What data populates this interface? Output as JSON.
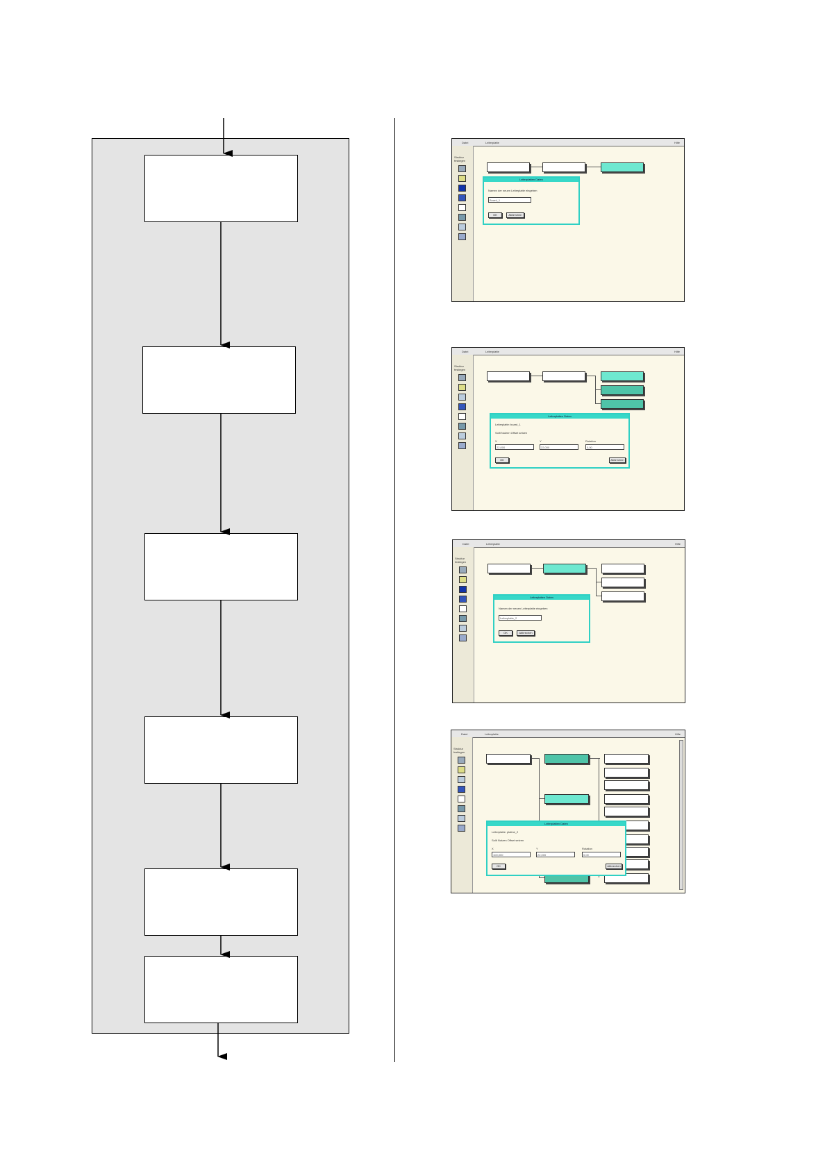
{
  "colors": {
    "panel_bg": "#e4e4e4",
    "screen_bg": "#fbf8e8",
    "highlight": "#6ee8d0",
    "highlight_dark": "#4fc4a8",
    "dialog_border": "#2fd0c4"
  },
  "flowchart": {
    "steps": [
      {
        "label": ""
      },
      {
        "label": ""
      },
      {
        "label": ""
      },
      {
        "label": ""
      },
      {
        "label": ""
      },
      {
        "label": ""
      }
    ]
  },
  "screens": [
    {
      "menu": [
        "Datei",
        "Leiterplatte",
        "Hilfe"
      ],
      "panel_label": "Struktur festlegen",
      "dialog_title": "Leiterplatten Daten",
      "dialog_prompt": "Namen der neuen Leiterplatte eingeben",
      "dialog_input": "Board_1",
      "buttons": [
        "OK",
        "Abbrechen"
      ]
    },
    {
      "menu": [
        "Datei",
        "Leiterplatte",
        "Hilfe"
      ],
      "panel_label": "Struktur festlegen",
      "dialog_title": "Leiterplatten Daten",
      "dialog_line1": "Leiterplatte: board_1",
      "dialog_line2": "Sollt Nutzen Offset setzen",
      "field_labels": [
        "X",
        "Y",
        "Rotation"
      ],
      "field_values": [
        "22,000",
        "22,000",
        "0,00"
      ],
      "buttons": [
        "OK",
        "Abbrechen"
      ]
    },
    {
      "menu": [
        "Datei",
        "Leiterplatte",
        "Hilfe"
      ],
      "panel_label": "Struktur festlegen",
      "dialog_title": "Leiterplatten Daten",
      "dialog_prompt": "Namen der neuen Leiterplatte eingeben",
      "dialog_input": "Leiterplatte_2",
      "buttons": [
        "OK",
        "Abbrechen"
      ]
    },
    {
      "menu": [
        "Datei",
        "Leiterplatte",
        "Hilfe"
      ],
      "panel_label": "Struktur festlegen",
      "dialog_title": "Leiterplatten Daten",
      "dialog_line1": "Leiterplatte: platine_2",
      "dialog_line2": "Sollt Nutzen Offset setzen",
      "field_labels": [
        "X",
        "Y",
        "Rotation"
      ],
      "field_values": [
        "100,000",
        "22,000",
        "0,00"
      ],
      "buttons": [
        "OK",
        "Abbrechen"
      ]
    }
  ]
}
